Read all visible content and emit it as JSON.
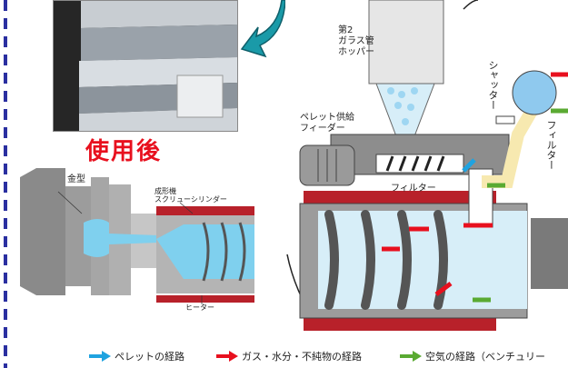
{
  "photo": {
    "caption": "使用後"
  },
  "left_diagram": {
    "mold_label": "金型",
    "barrel_label": "成形機\nスクリューシリンダー",
    "heater_label": "ヒーター"
  },
  "right_diagram": {
    "hopper_label": "第2\nガラス管\nホッパー",
    "feeder_label": "ペレット供給\nフィーダー",
    "filter_inline_label": "フィルター",
    "shutter_label": "シャッター",
    "filter_vertical_label": "フィルター"
  },
  "legend": [
    {
      "label": "ペレットの経路",
      "color": "#1fa3e0"
    },
    {
      "label": "ガス・水分・不純物の経路",
      "color": "#e8101e"
    },
    {
      "label": "空気の経路（ベンチュリー",
      "color": "#5aaa32"
    }
  ]
}
